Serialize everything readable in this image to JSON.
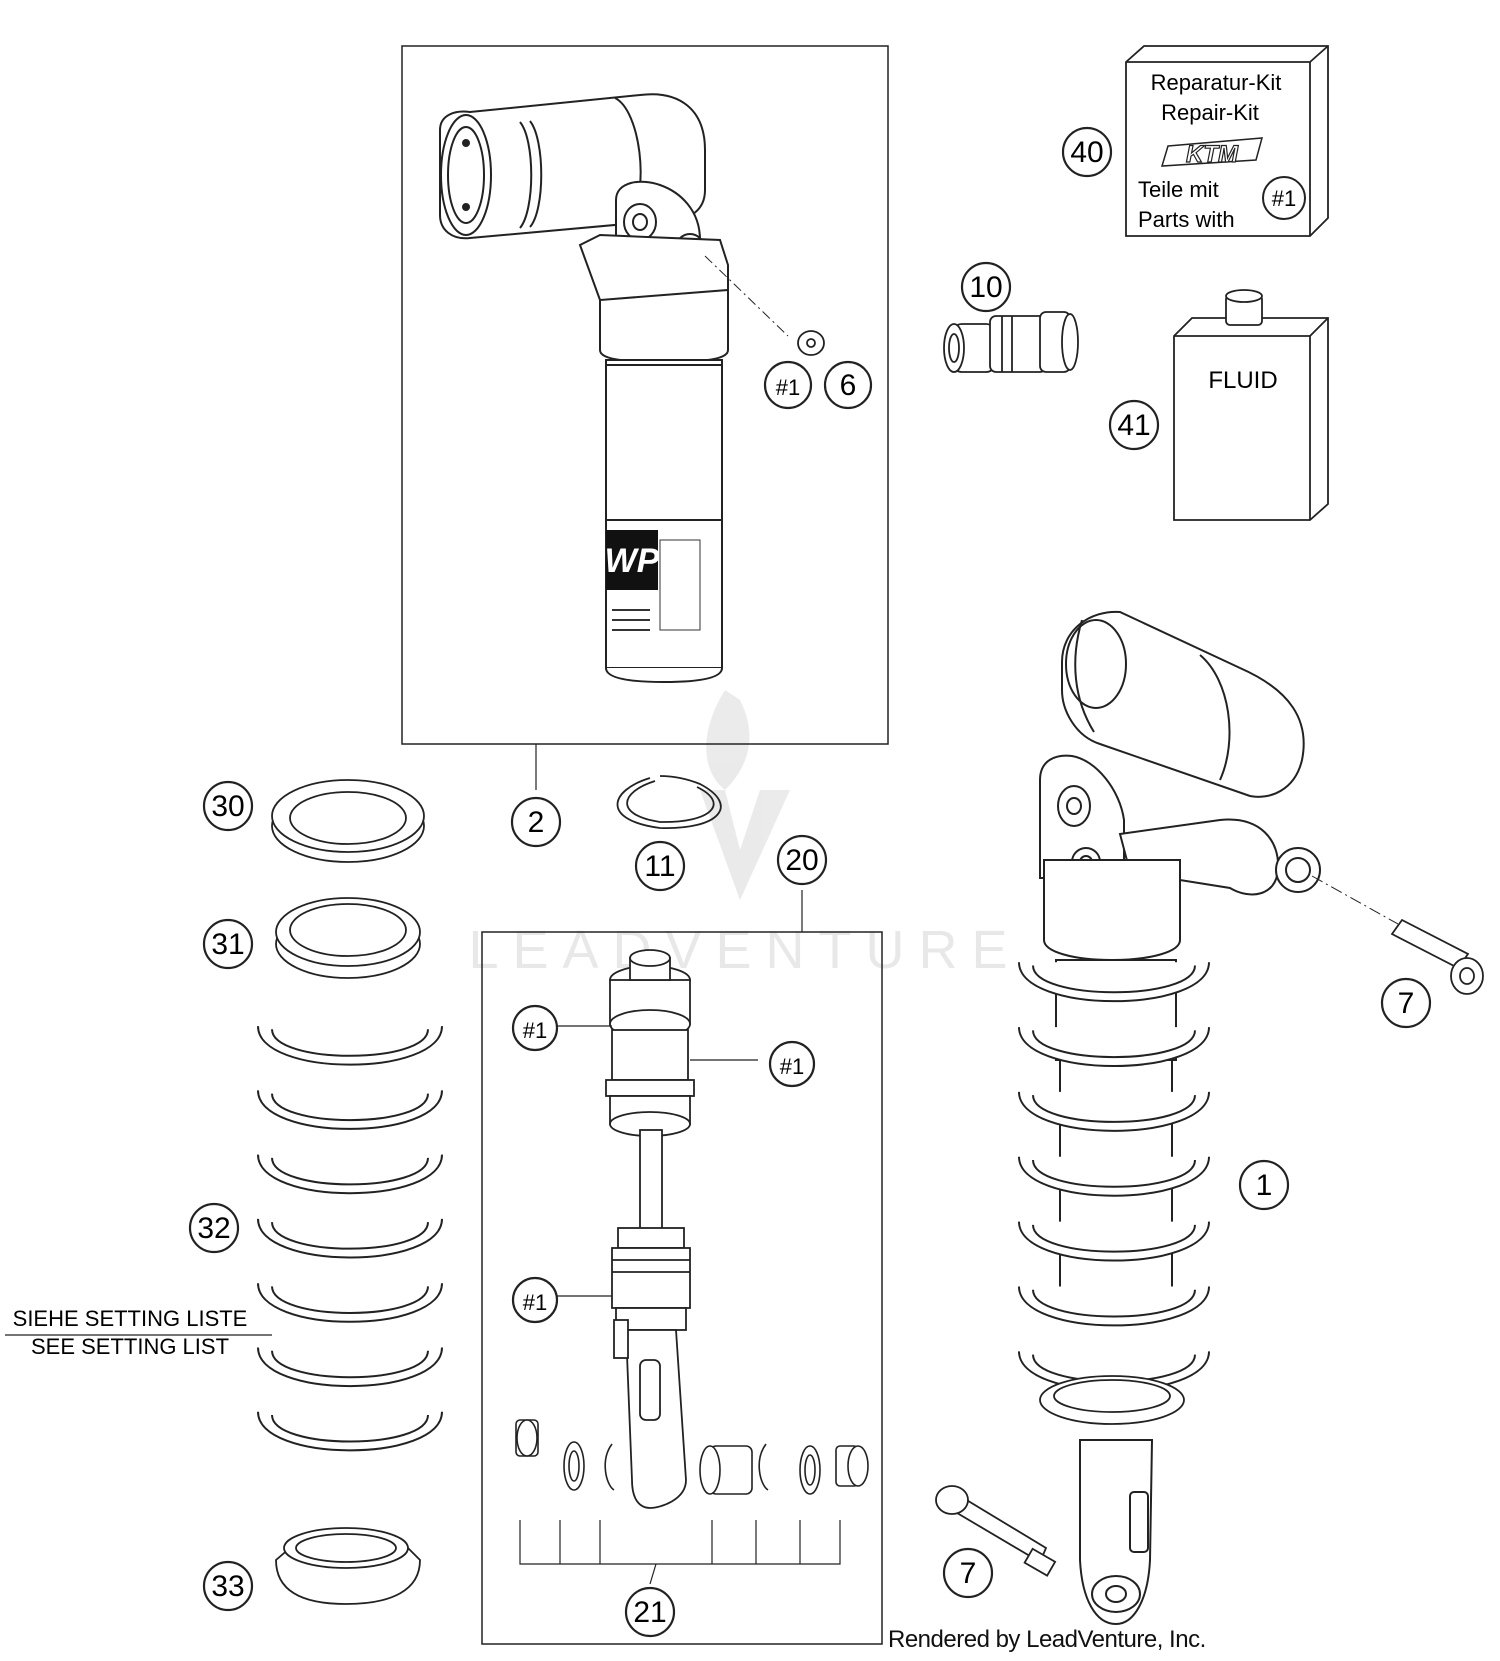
{
  "callouts": {
    "c1": "1",
    "c2": "2",
    "c6": "6",
    "c7a": "7",
    "c7b": "7",
    "c10": "10",
    "c11": "11",
    "c20": "20",
    "c21": "21",
    "c30": "30",
    "c31": "31",
    "c32": "32",
    "c33": "33",
    "c40": "40",
    "c41": "41",
    "ref1": "#1",
    "ref2": "#1",
    "ref3": "#1",
    "ref4": "#1",
    "ref5": "#1"
  },
  "repair_kit": {
    "line1": "Reparatur-Kit",
    "line2": "Repair-Kit",
    "brand": "KTM",
    "line3": "Teile mit",
    "line4": "Parts with",
    "ref": "#1"
  },
  "fluid_label": "FLUID",
  "setting_note": {
    "line1": "SIEHE SETTING LISTE",
    "line2": "SEE SETTING LIST"
  },
  "shock_label": "WP",
  "watermark": "LEADVENTURE",
  "footer": "Rendered by LeadVenture, Inc."
}
